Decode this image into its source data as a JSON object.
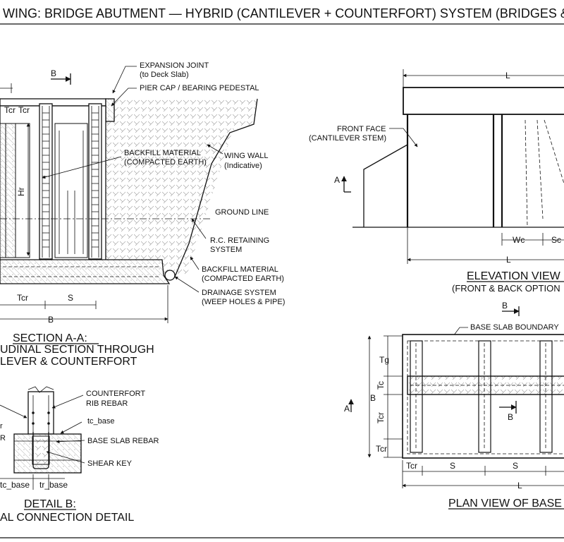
{
  "banner": "WING: BRIDGE ABUTMENT — HYBRID (CANTILEVER + COUNTERFORT) SYSTEM (BRIDGES & ROA",
  "section_aa": {
    "cut_marker": "B",
    "dims": {
      "tcr_top": "Tcr",
      "tcr_top2": "Tcr",
      "hr": "Hr",
      "tcr_bottom": "Tcr",
      "s": "S",
      "b": "B"
    },
    "labels": {
      "expansion_joint_1": "EXPANSION JOINT",
      "expansion_joint_2": "(to Deck Slab)",
      "pier_cap": "PIER CAP / BEARING PEDESTAL",
      "backfill_1a": "BACKFILL MATERIAL",
      "backfill_1b": "(COMPACTED EARTH)",
      "wing_wall_1": "WING WALL",
      "wing_wall_2": "(Indicative)",
      "ground_line": "GROUND LINE",
      "rc_wall_1": "R.C. RETAINING",
      "rc_wall_2": "SYSTEM",
      "backfill_2a": "BACKFILL MATERIAL",
      "backfill_2b": "(COMPACTED EARTH)",
      "drainage_1": "DRAINAGE SYSTEM",
      "drainage_2": "(WEEP HOLES & PIPE)"
    },
    "title_1": "SECTION A-A:",
    "title_2": "UDINAL SECTION THROUGH",
    "title_3": "LEVER & COUNTERFORT"
  },
  "detail_b": {
    "labels": {
      "rib_rebar_1": "COUNTERFORT",
      "rib_rebar_2": "RIB REBAR",
      "tc_base": "tc_base",
      "base_rebar": "BASE SLAB REBAR",
      "shear_key": "SHEAR KEY",
      "left_mark_1": "r",
      "left_mark_2": "R"
    },
    "dims": {
      "tc_base": "tc_base",
      "tr_base": "tr_base"
    },
    "title_1": "DETAIL B:",
    "title_2": "AL CONNECTION DETAIL"
  },
  "elevation": {
    "dims": {
      "l_top": "L",
      "l_bottom": "L",
      "wc": "Wc",
      "sc": "Sc"
    },
    "labels": {
      "front_face_1": "FRONT FACE",
      "front_face_2": "(CANTILEVER STEM)",
      "cut_a": "A"
    },
    "title_1": "ELEVATION VIEW",
    "title_2": "(FRONT & BACK OPTION"
  },
  "plan": {
    "cut_b_top": "B",
    "cut_b_mid": "B",
    "cut_a": "A",
    "labels": {
      "base_boundary": "BASE SLAB BOUNDARY"
    },
    "dims": {
      "tg": "Tg",
      "tc": "Tc",
      "tcr_v": "Tcr",
      "tcr_v2": "Tcr",
      "b": "B",
      "tcr_h": "Tcr",
      "s1": "S",
      "s2": "S",
      "l": "L"
    },
    "title_1": "PLAN VIEW OF BASE"
  }
}
